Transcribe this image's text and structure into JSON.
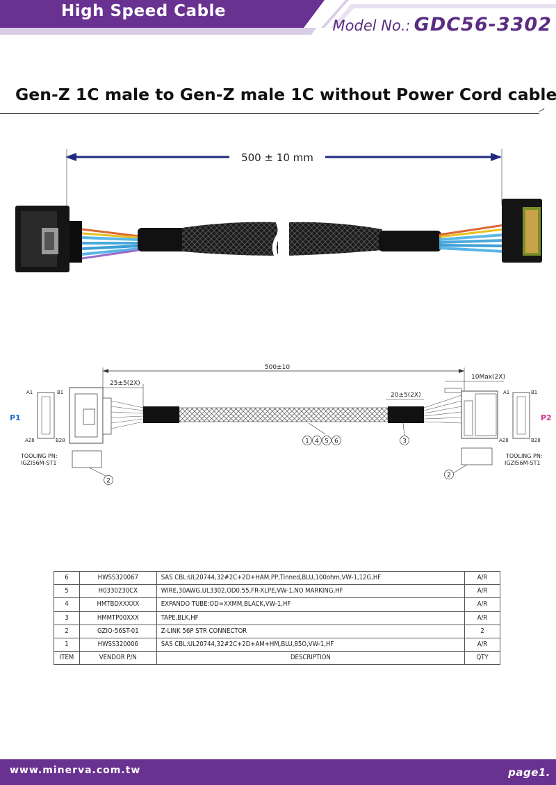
{
  "header": {
    "category": "High Speed Cable",
    "model_label": "Model No.:",
    "model_number": "GDC56-3302"
  },
  "title": "Gen-Z 1C male to Gen-Z male 1C without Power Cord cable",
  "photo": {
    "length_label": "500 ± 10 mm"
  },
  "drawing": {
    "overall_length": "500±10",
    "left_tail": "25±5(2X)",
    "right_tail": "20±5(2X)",
    "max_label": "10Max(2X)",
    "p1_label": "P1",
    "p2_label": "P2",
    "pin_a1": "A1",
    "pin_b1": "B1",
    "pin_a28": "A28",
    "pin_b28": "B28",
    "tooling_left_1": "TOOLING PN:",
    "tooling_left_2": "IGZI56M-ST1",
    "tooling_right_1": "TOOLING PN:",
    "tooling_right_2": "IGZI56M-ST1",
    "callout_left": "2",
    "callout_right": "2",
    "callout_1": "1",
    "callout_4": "4",
    "callout_5": "5",
    "callout_6": "6",
    "callout_3": "3"
  },
  "bom": {
    "rows": [
      {
        "item": "6",
        "vendor": "HWSS320067",
        "desc": "SAS CBL:UL20744,32#2C+2D+HAM,PP,Tinned,BLU,100ohm,VW-1,12G,HF",
        "qty": "A/R"
      },
      {
        "item": "5",
        "vendor": "H0330230CX",
        "desc": "WIRE,30AWG,UL3302,OD0.55,FR-XLPE,VW-1,NO MARKING,HF",
        "qty": "A/R"
      },
      {
        "item": "4",
        "vendor": "HMTBDXXXXX",
        "desc": "EXPANDO TUBE:OD=XXMM,BLACK,VW-1,HF",
        "qty": "A/R"
      },
      {
        "item": "3",
        "vendor": "HMMTP00XXX",
        "desc": "TAPE,BLK,HF",
        "qty": "A/R"
      },
      {
        "item": "2",
        "vendor": "GZIO-56ST-01",
        "desc": "Z-LINK 56P STR CONNECTOR",
        "qty": "2"
      },
      {
        "item": "1",
        "vendor": "HWSS320006",
        "desc": "SAS CBL:UL20744,32#2C+2D+AM+HM,BLU,85O,VW-1,HF",
        "qty": "A/R"
      }
    ],
    "head": {
      "item": "ITEM",
      "vendor": "VENDOR P/N",
      "desc": "DESCRIPTION",
      "qty": "QTY"
    }
  },
  "footer": {
    "url": "www.minerva.com.tw",
    "page": "page1."
  },
  "colors": {
    "brand_purple": "#6a3290",
    "light_purple": "#d9cde6",
    "model_purple": "#5b2c82",
    "pin_blue": "#1d6fd1",
    "pin_magenta": "#d62f8c"
  }
}
